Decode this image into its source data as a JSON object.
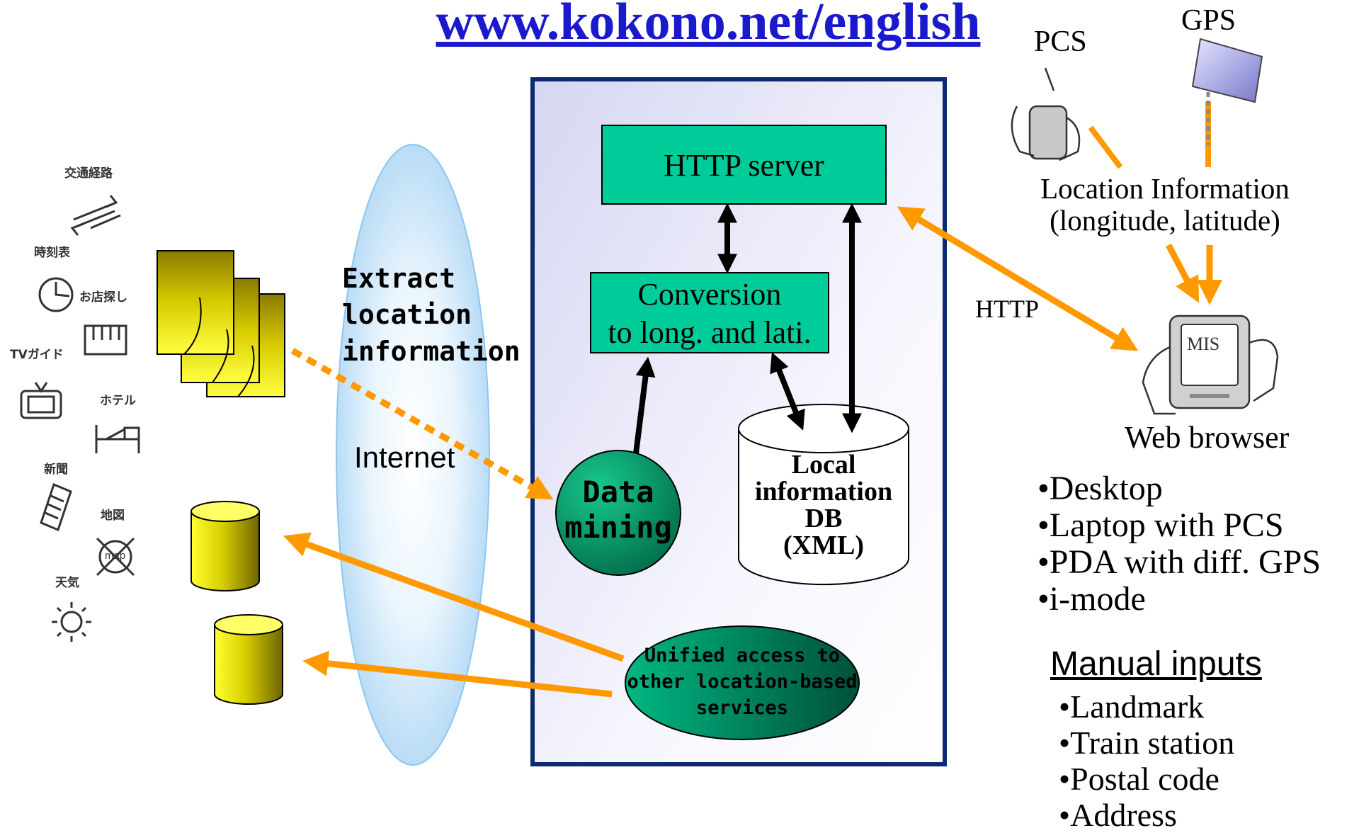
{
  "title": "www.kokono.net/english",
  "devices": {
    "pcs": "PCS",
    "gps": "GPS"
  },
  "location_info": {
    "line1": "Location Information",
    "line2": "(longitude, latitude)"
  },
  "http_label": "HTTP",
  "web_browser": {
    "label": "Web browser",
    "screen_text": "MIS"
  },
  "server_box": {
    "http_server": "HTTP server",
    "conversion_line1": "Conversion",
    "conversion_line2": "to long. and lati.",
    "db_line1": "Local",
    "db_line2": "information",
    "db_line3": "DB",
    "db_line4": "(XML)",
    "data_mining_line1": "Data",
    "data_mining_line2": "mining",
    "unified_line1": "Unified access to",
    "unified_line2": "other location-based",
    "unified_line3": "services"
  },
  "internet": {
    "label": "Internet",
    "extract_line1": "Extract",
    "extract_line2": "location",
    "extract_line3": "information"
  },
  "web_sources": [
    {
      "label": "交通経路",
      "icon": "route-arrows-icon"
    },
    {
      "label": "時刻表",
      "icon": "clock-icon"
    },
    {
      "label": "お店探し",
      "icon": "shop-icon"
    },
    {
      "label": "TVガイド",
      "icon": "tv-icon"
    },
    {
      "label": "ホテル",
      "icon": "hotel-bed-icon"
    },
    {
      "label": "新聞",
      "icon": "newspaper-icon"
    },
    {
      "label": "地図",
      "icon": "map-compass-icon"
    },
    {
      "label": "天気",
      "icon": "sun-icon"
    }
  ],
  "map_icon_text": "map",
  "client_devices": [
    "•Desktop",
    "•Laptop with PCS",
    "•PDA with diff. GPS",
    "•i-mode"
  ],
  "manual_inputs": {
    "heading": "Manual inputs",
    "items": [
      "•Landmark",
      "•Train station",
      "•Postal code",
      "•Address"
    ]
  },
  "colors": {
    "title": "#1a1acc",
    "teal_box": "#00cc99",
    "orange_arrow": "#ff9900",
    "ellipse_fill": "#cfe8fa",
    "server_box_border": "#0b2a6f",
    "doc_yellow": "#f7f000"
  }
}
